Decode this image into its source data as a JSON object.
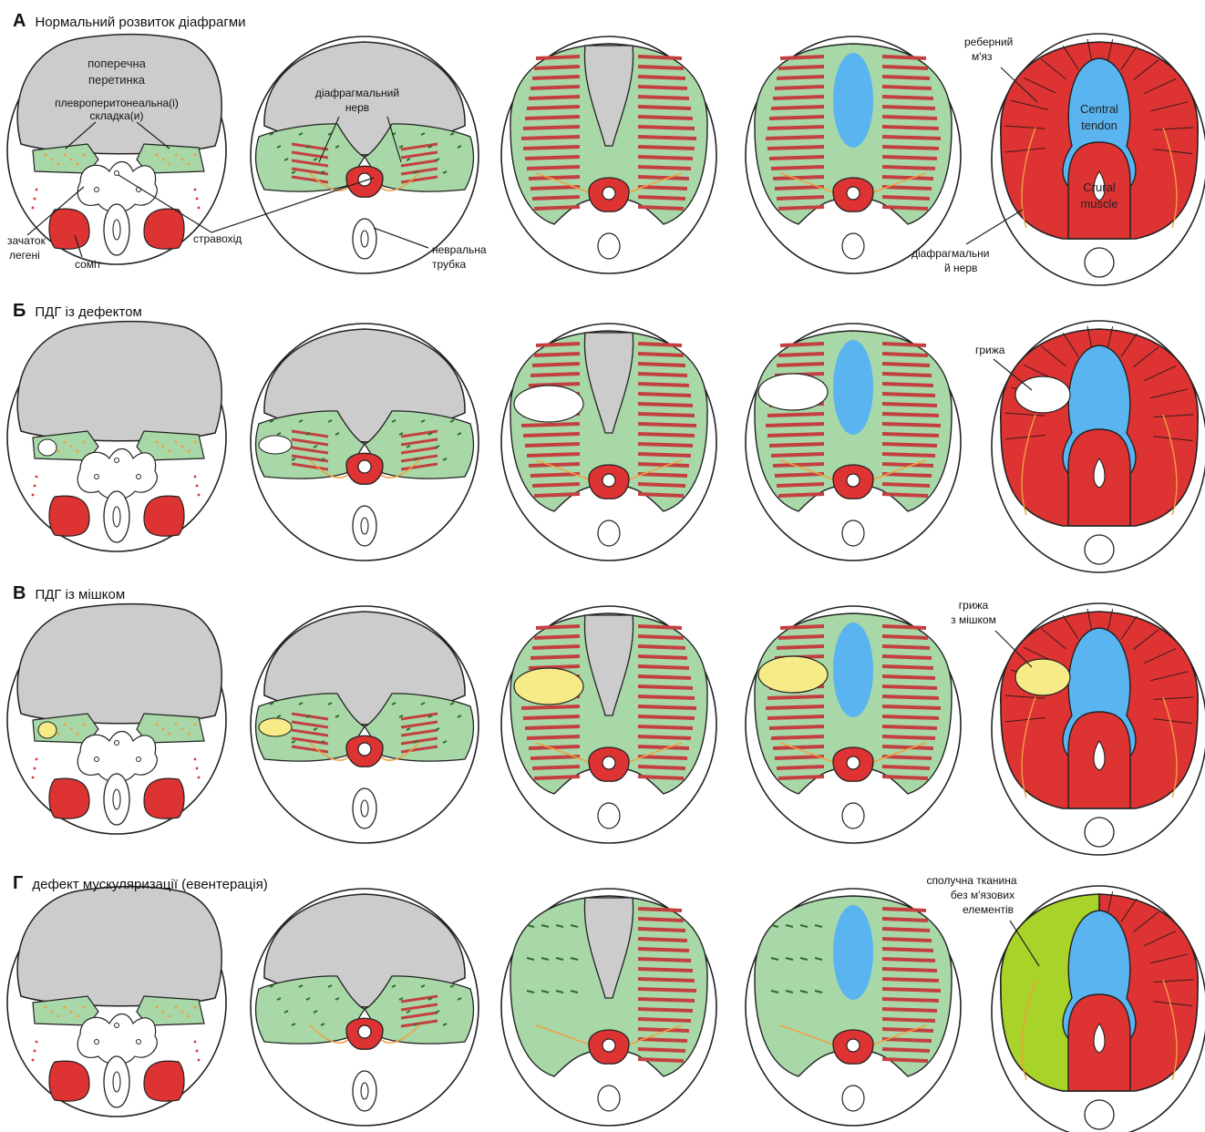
{
  "rows": [
    {
      "letter": "А",
      "title": "Нормальний розвиток діафрагми"
    },
    {
      "letter": "Б",
      "title": "ПДГ із дефектом"
    },
    {
      "letter": "В",
      "title": "ПДГ із мішком"
    },
    {
      "letter": "Г",
      "title": "дефект мускуляризації (евентерація)"
    }
  ],
  "labels": {
    "septum_l1": "поперечна",
    "septum_l2": "перетинка",
    "folds_l1": "плевроперитонеальна(і)",
    "folds_l2": "складка(и)",
    "lung_bud_l1": "зачаток",
    "lung_bud_l2": "легені",
    "somite": "соміт",
    "esophagus": "стравохід",
    "phrenic_nerve_l1": "діафрагмальний",
    "phrenic_nerve_l2": "нерв",
    "neural_tube_l1": "невральна",
    "neural_tube_l2": "трубка",
    "costal_muscle_l1": "реберний",
    "costal_muscle_l2": "м'яз",
    "central_tendon_l1": "Central",
    "central_tendon_l2": "tendon",
    "crural_muscle_l1": "Crural",
    "crural_muscle_l2": "muscle",
    "phrenic_nerve_b_l1": "діафрагмальни",
    "phrenic_nerve_b_l2": "й нерв",
    "hernia": "грижа",
    "hernia_sac_l1": "грижа",
    "hernia_sac_l2": "з мішком",
    "connective_l1": "сполучна тканина",
    "connective_l2": "без м'язових",
    "connective_l3": "елементів"
  },
  "colors": {
    "septum": "#cccccc",
    "mesenchyme": "#a8d8a8",
    "muscle": "#dd3333",
    "muscle_fiber": "#c44040",
    "tendon": "#5ab4f0",
    "nerve": "#f0a040",
    "hernia_sac": "#f6eb86",
    "connective": "#a8d42a",
    "outline": "#222222"
  },
  "icons": [
    "transverse-septum",
    "pleuroperitoneal-fold",
    "esophagus",
    "neural-tube",
    "somite",
    "central-tendon",
    "crural-muscle"
  ]
}
